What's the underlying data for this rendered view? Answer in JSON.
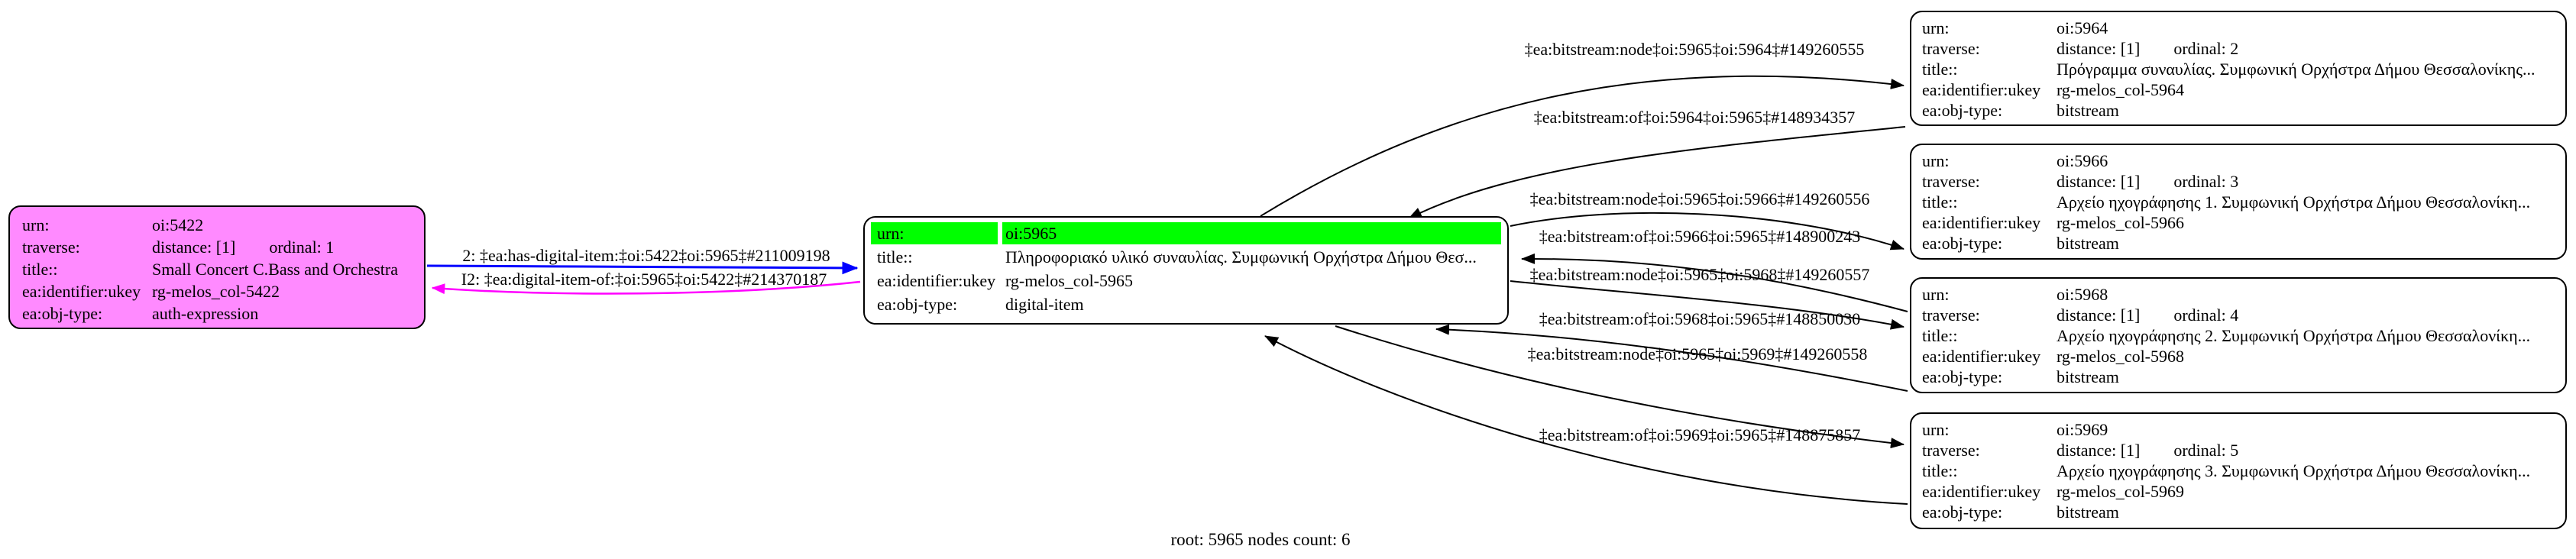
{
  "caption": "root: 5965 nodes count: 6",
  "colors": {
    "root_row_highlight": "#00ff00",
    "expression_node_fill": "#ff8aff",
    "edge_has_digital_item": "#0000ff",
    "edge_digital_item_of": "#ff00ff",
    "edge_bitstream": "#000000",
    "node_border": "#000000"
  },
  "nodes": [
    {
      "id": "oi:5422",
      "type": "auth-expression",
      "rows": [
        {
          "k": "urn:",
          "v": "oi:5422"
        },
        {
          "k": "traverse:",
          "v": "distance: [1]",
          "v2": "ordinal: 1"
        },
        {
          "k": "title::",
          "v": "Small Concert C.Bass and Orchestra"
        },
        {
          "k": "ea:identifier:ukey",
          "v": "rg-melos_col-5422"
        },
        {
          "k": "ea:obj-type:",
          "v": "auth-expression"
        }
      ]
    },
    {
      "id": "oi:5965",
      "type": "digital-item",
      "rows": [
        {
          "k": "urn:",
          "v": "oi:5965"
        },
        {
          "k": "title::",
          "v": "Πληροφοριακό υλικό συναυλίας. Συμφωνική Ορχήστρα Δήμου Θεσ..."
        },
        {
          "k": "ea:identifier:ukey",
          "v": "rg-melos_col-5965"
        },
        {
          "k": "ea:obj-type:",
          "v": "digital-item"
        }
      ]
    },
    {
      "id": "oi:5964",
      "type": "bitstream",
      "rows": [
        {
          "k": "urn:",
          "v": "oi:5964"
        },
        {
          "k": "traverse:",
          "v": "distance: [1]",
          "v2": "ordinal: 2"
        },
        {
          "k": "title::",
          "v": "Πρόγραμμα συναυλίας. Συμφωνική Ορχήστρα Δήμου Θεσσαλονίκης..."
        },
        {
          "k": "ea:identifier:ukey",
          "v": "rg-melos_col-5964"
        },
        {
          "k": "ea:obj-type:",
          "v": "bitstream"
        }
      ]
    },
    {
      "id": "oi:5966",
      "type": "bitstream",
      "rows": [
        {
          "k": "urn:",
          "v": "oi:5966"
        },
        {
          "k": "traverse:",
          "v": "distance: [1]",
          "v2": "ordinal: 3"
        },
        {
          "k": "title::",
          "v": "Αρχείο ηχογράφησης 1. Συμφωνική Ορχήστρα Δήμου Θεσσαλονίκη..."
        },
        {
          "k": "ea:identifier:ukey",
          "v": "rg-melos_col-5966"
        },
        {
          "k": "ea:obj-type:",
          "v": "bitstream"
        }
      ]
    },
    {
      "id": "oi:5968",
      "type": "bitstream",
      "rows": [
        {
          "k": "urn:",
          "v": "oi:5968"
        },
        {
          "k": "traverse:",
          "v": "distance: [1]",
          "v2": "ordinal: 4"
        },
        {
          "k": "title::",
          "v": "Αρχείο ηχογράφησης 2. Συμφωνική Ορχήστρα Δήμου Θεσσαλονίκη..."
        },
        {
          "k": "ea:identifier:ukey",
          "v": "rg-melos_col-5968"
        },
        {
          "k": "ea:obj-type:",
          "v": "bitstream"
        }
      ]
    },
    {
      "id": "oi:5969",
      "type": "bitstream",
      "rows": [
        {
          "k": "urn:",
          "v": "oi:5969"
        },
        {
          "k": "traverse:",
          "v": "distance: [1]",
          "v2": "ordinal: 5"
        },
        {
          "k": "title::",
          "v": "Αρχείο ηχογράφησης 3. Συμφωνική Ορχήστρα Δήμου Θεσσαλονίκη..."
        },
        {
          "k": "ea:identifier:ukey",
          "v": "rg-melos_col-5969"
        },
        {
          "k": "ea:obj-type:",
          "v": "bitstream"
        }
      ]
    }
  ],
  "edges": {
    "left": [
      {
        "label": "2: ‡ea:has-digital-item:‡oi:5422‡oi:5965‡#211009198"
      },
      {
        "label": "I2: ‡ea:digital-item-of:‡oi:5965‡oi:5422‡#214370187"
      }
    ],
    "right": [
      {
        "label": "‡ea:bitstream:node‡oi:5965‡oi:5964‡#149260555"
      },
      {
        "label": "‡ea:bitstream:of‡oi:5964‡oi:5965‡#148934357"
      },
      {
        "label": "‡ea:bitstream:node‡oi:5965‡oi:5966‡#149260556"
      },
      {
        "label": "‡ea:bitstream:of‡oi:5966‡oi:5965‡#148900243"
      },
      {
        "label": "‡ea:bitstream:node‡oi:5965‡oi:5968‡#149260557"
      },
      {
        "label": "‡ea:bitstream:of‡oi:5968‡oi:5965‡#148850030"
      },
      {
        "label": "‡ea:bitstream:node‡oi:5965‡oi:5969‡#149260558"
      },
      {
        "label": "‡ea:bitstream:of‡oi:5969‡oi:5965‡#148875857"
      }
    ]
  }
}
